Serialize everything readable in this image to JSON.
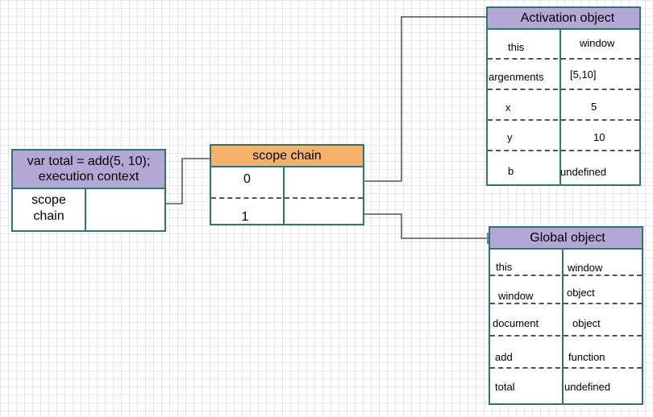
{
  "colors": {
    "border": "#2e7377",
    "header_purple": "#b4a7d6",
    "header_orange": "#f6b26b",
    "wire": "#333333"
  },
  "execution_context": {
    "title_line1": "var total = add(5, 10);",
    "title_line2": "execution context",
    "label_line1": "scope",
    "label_line2": "chain",
    "value": ""
  },
  "scope_chain": {
    "title": "scope chain",
    "rows": [
      {
        "index": "0",
        "value": ""
      },
      {
        "index": "1",
        "value": ""
      }
    ]
  },
  "activation_object": {
    "title": "Activation object",
    "rows": [
      {
        "key": "this",
        "value": "window"
      },
      {
        "key": "argenments",
        "value": "[5,10]"
      },
      {
        "key": "x",
        "value": "5"
      },
      {
        "key": "y",
        "value": "10"
      },
      {
        "key": "b",
        "value": "undefined"
      }
    ]
  },
  "global_object": {
    "title": "Global object",
    "rows": [
      {
        "key": "this",
        "value": "window"
      },
      {
        "key": "window",
        "value": "object"
      },
      {
        "key": "document",
        "value": "object"
      },
      {
        "key": "add",
        "value": "function"
      },
      {
        "key": "total",
        "value": "undefined"
      }
    ]
  }
}
